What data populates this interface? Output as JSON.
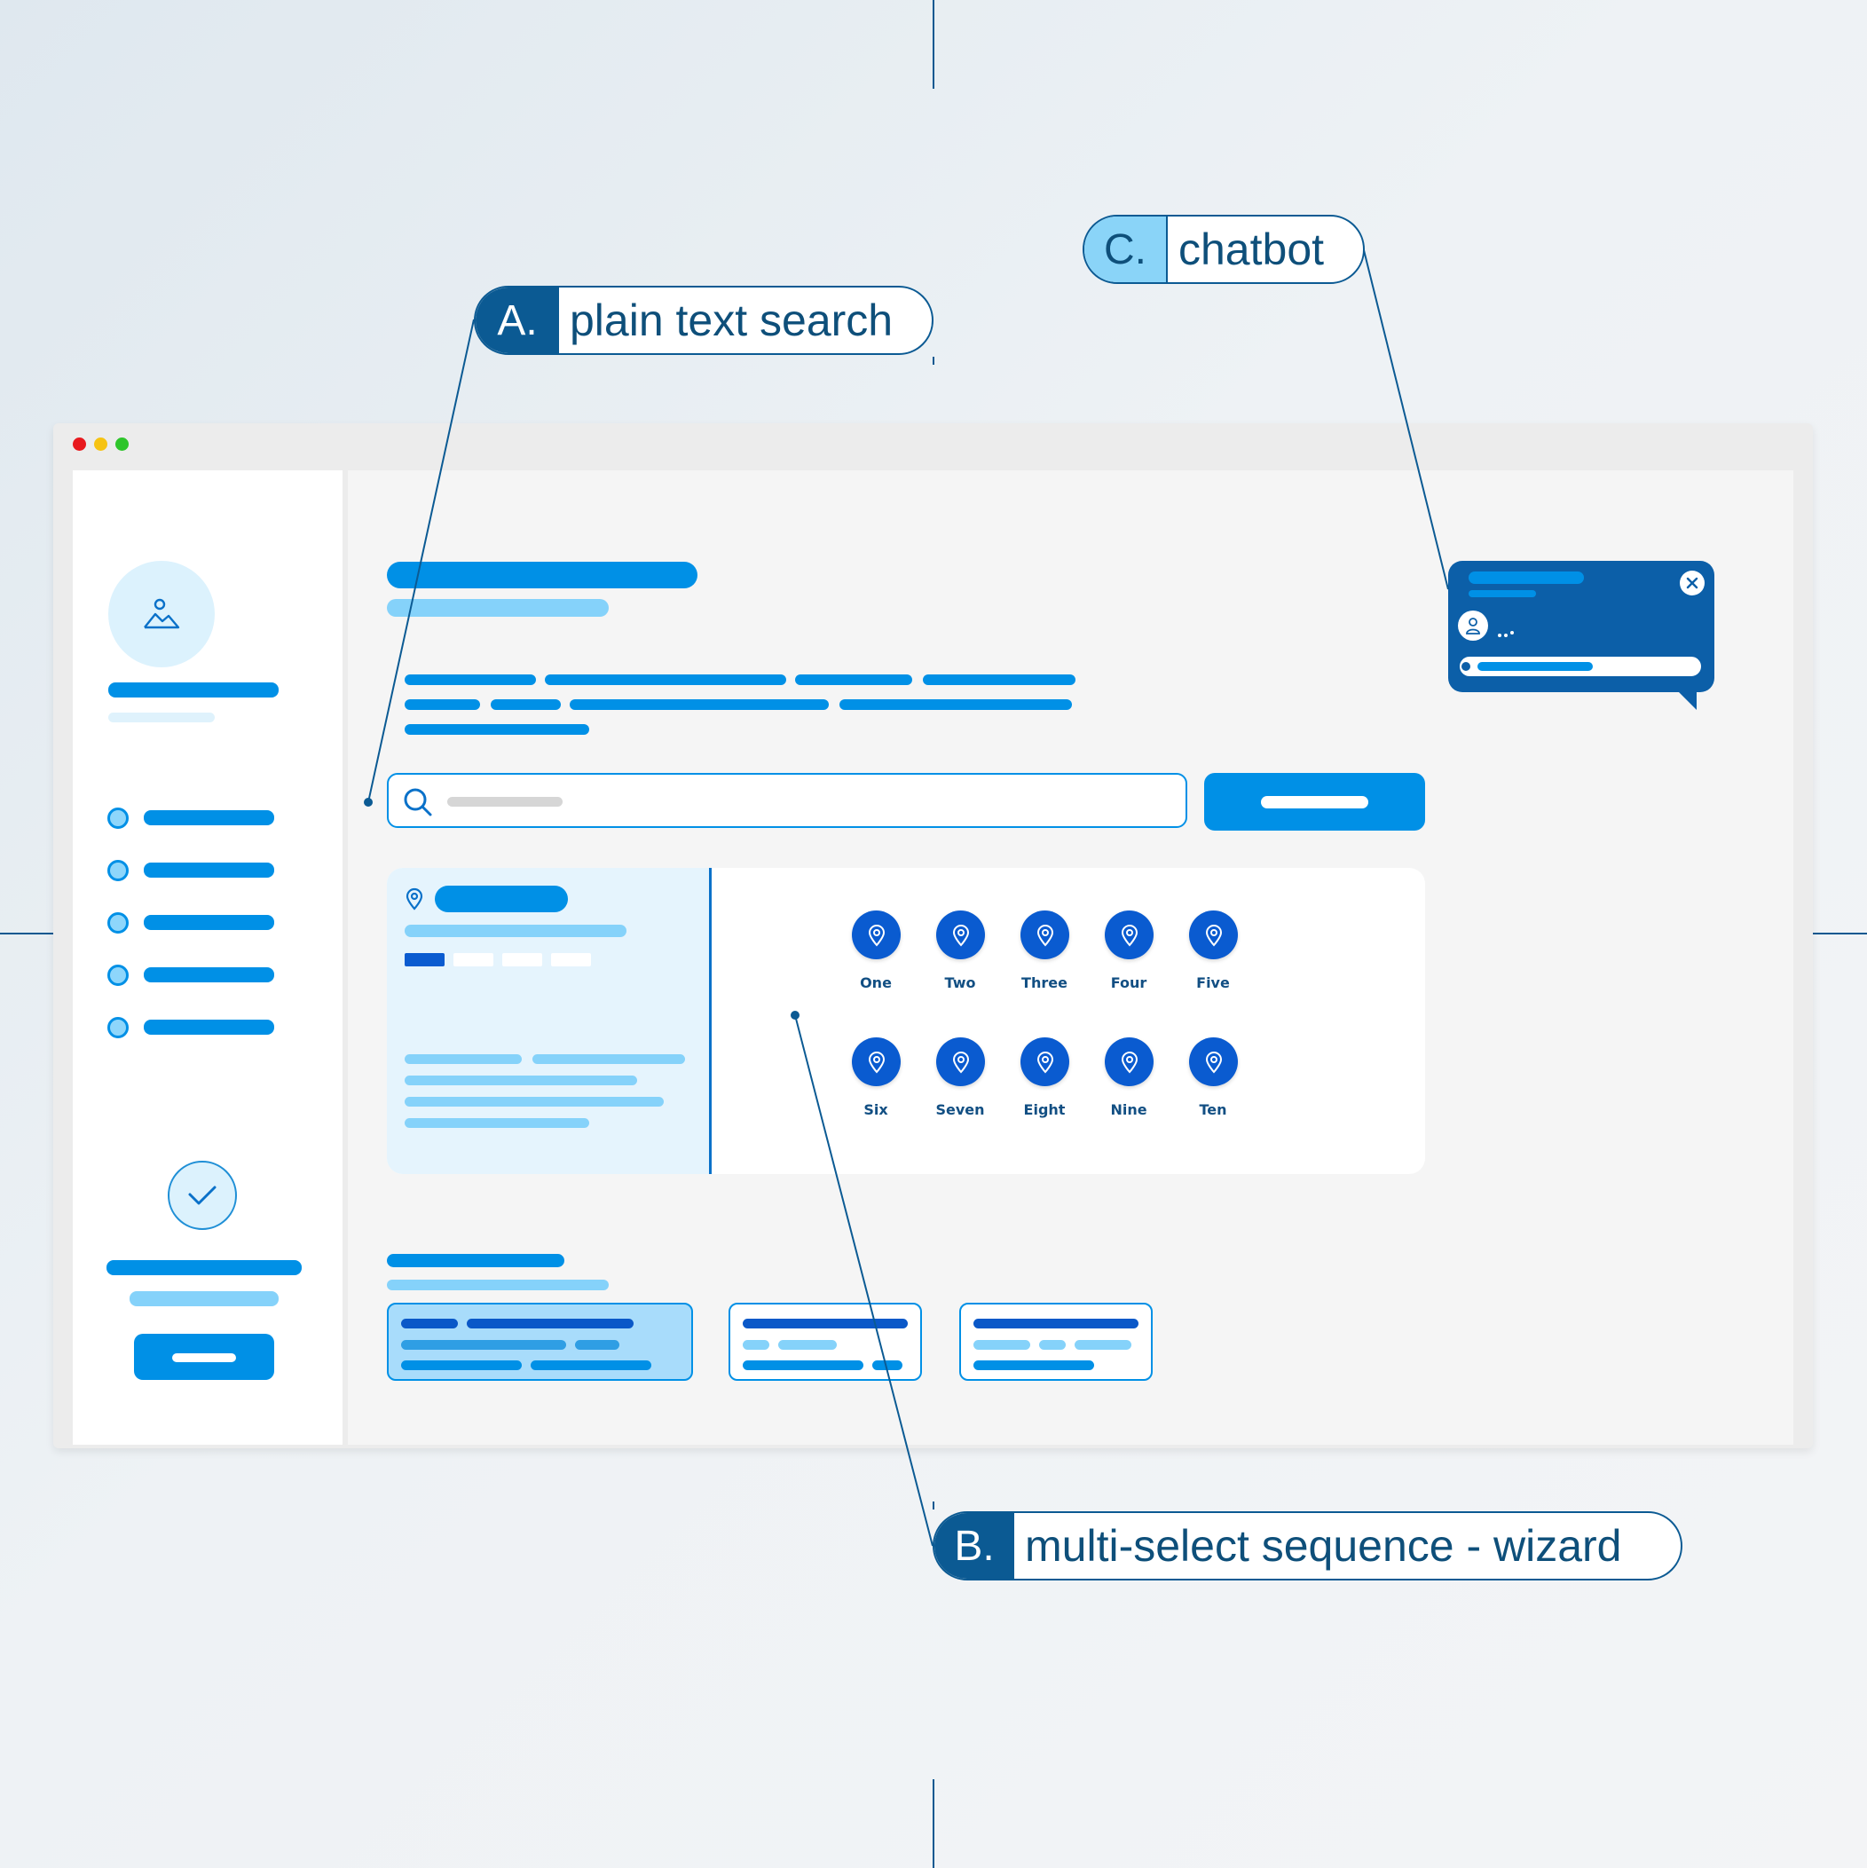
{
  "callouts": {
    "a": {
      "letter": "A.",
      "text": "plain text search"
    },
    "b": {
      "letter": "B.",
      "text": "multi-select sequence - wizard"
    },
    "c": {
      "letter": "C.",
      "text": "chatbot"
    }
  },
  "wizard": {
    "options": [
      "One",
      "Two",
      "Three",
      "Four",
      "Five",
      "Six",
      "Seven",
      "Eight",
      "Nine",
      "Ten"
    ]
  },
  "colors": {
    "accent": "#0090e6",
    "accent_light": "#85d2fa",
    "navy": "#0b5a93",
    "option_fill": "#0a5bd0",
    "window_dots": [
      "#e8191e",
      "#f6c312",
      "#2ec52b"
    ]
  },
  "icons": {
    "avatar": "image-icon",
    "search": "search-icon",
    "location": "map-pin-icon",
    "confirm": "checkmark-icon",
    "close": "close-icon",
    "user": "user-icon"
  }
}
